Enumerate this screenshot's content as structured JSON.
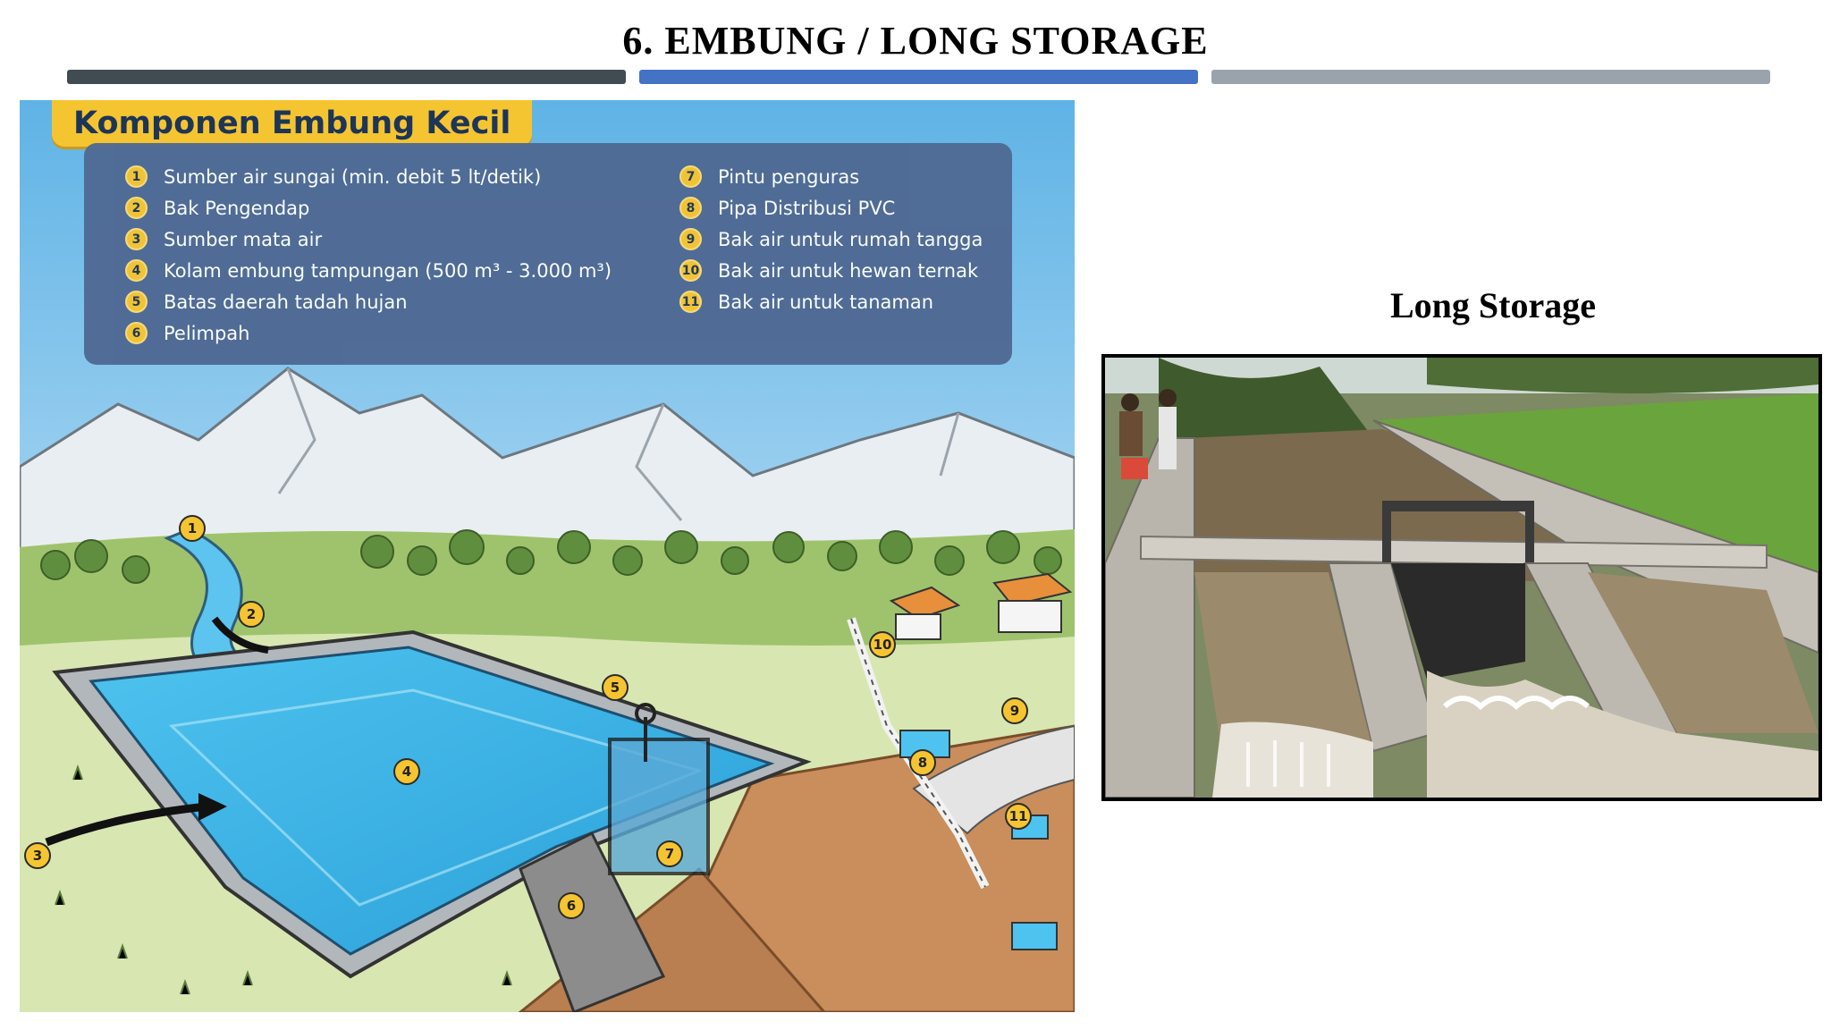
{
  "slide": {
    "title": "6.  EMBUNG / LONG STORAGE"
  },
  "infographic": {
    "heading": "Komponen Embung Kecil",
    "legend_left": [
      {
        "num": "1",
        "label": "Sumber air sungai (min. debit 5 lt/detik)"
      },
      {
        "num": "2",
        "label": "Bak Pengendap"
      },
      {
        "num": "3",
        "label": "Sumber mata air"
      },
      {
        "num": "4",
        "label": "Kolam embung tampungan (500 m³ - 3.000 m³)"
      },
      {
        "num": "5",
        "label": "Batas daerah tadah hujan"
      },
      {
        "num": "6",
        "label": "Pelimpah"
      }
    ],
    "legend_right": [
      {
        "num": "7",
        "label": "Pintu penguras"
      },
      {
        "num": "8",
        "label": "Pipa Distribusi PVC"
      },
      {
        "num": "9",
        "label": "Bak air untuk rumah tangga"
      },
      {
        "num": "10",
        "label": "Bak air untuk hewan ternak"
      },
      {
        "num": "11",
        "label": "Bak air untuk tanaman"
      }
    ],
    "markers": [
      "1",
      "2",
      "3",
      "4",
      "5",
      "6",
      "7",
      "8",
      "9",
      "10",
      "11"
    ]
  },
  "photo": {
    "caption": "Long Storage"
  },
  "colors": {
    "bar_dark": "#414b52",
    "bar_blue": "#4472c4",
    "bar_gray": "#9aa3ab",
    "badge": "#f5c431",
    "legend_panel": "#4f6a94"
  }
}
